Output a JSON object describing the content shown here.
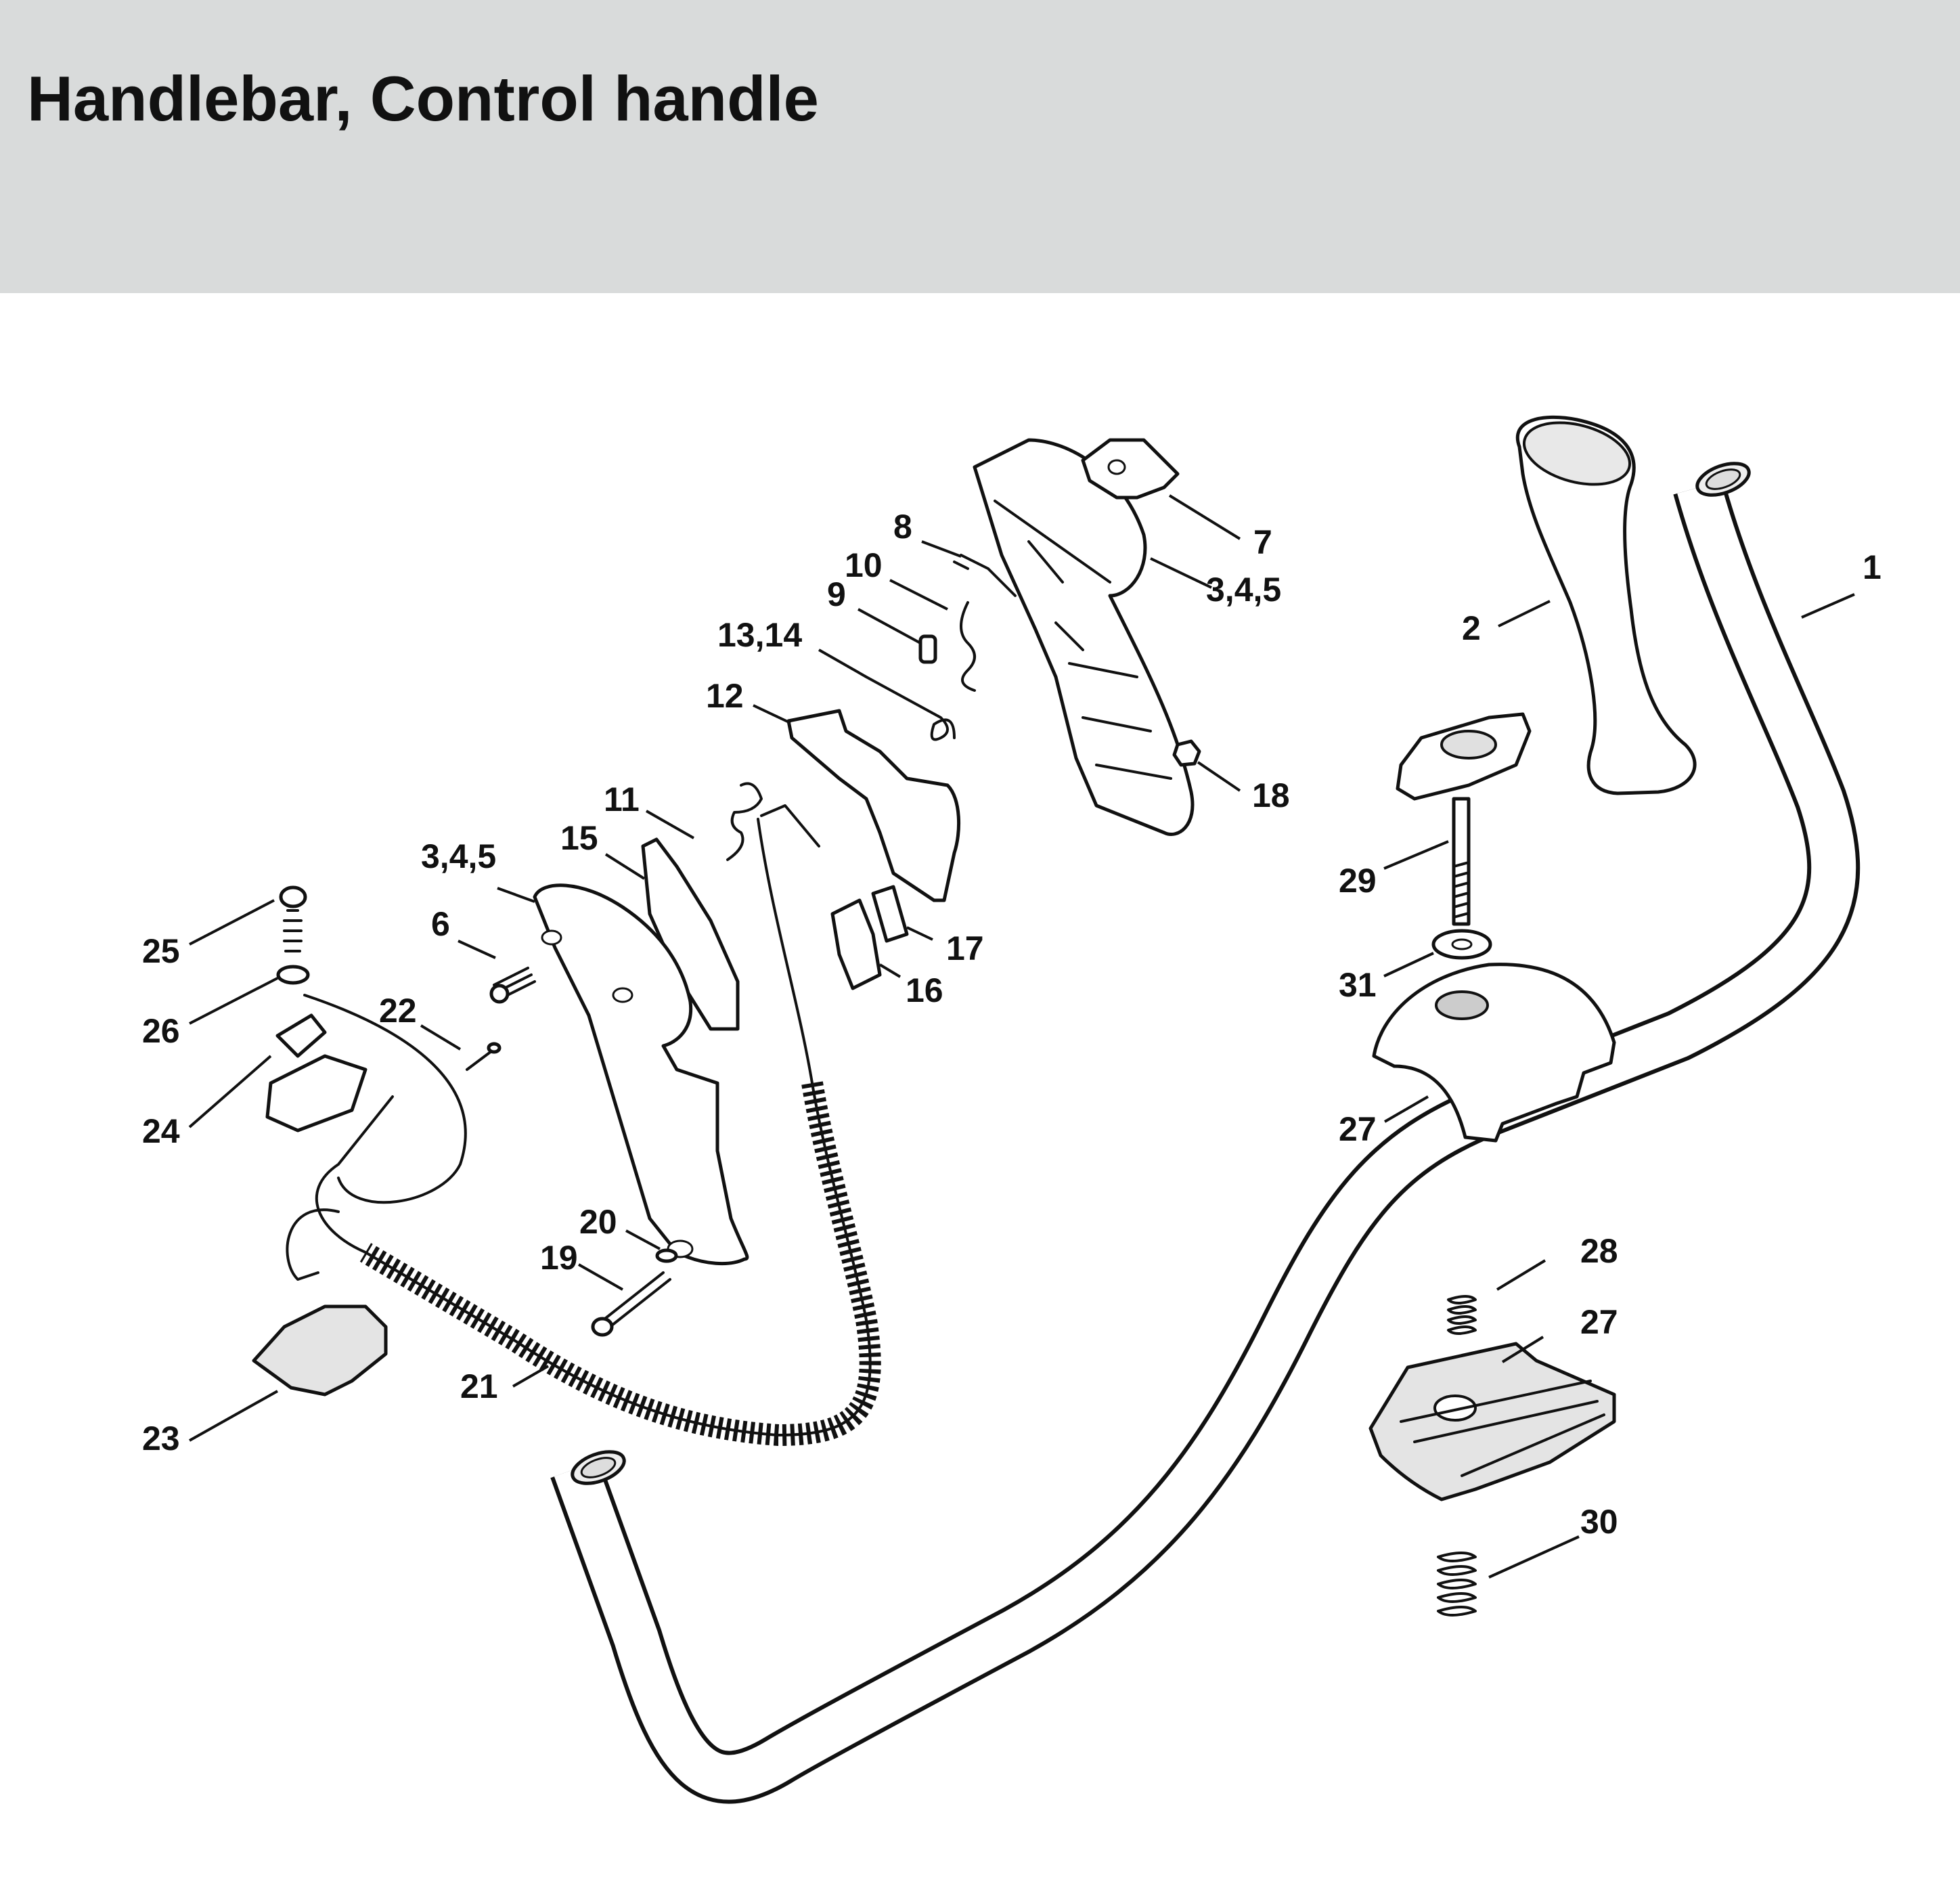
{
  "page": {
    "title": "Handlebar, Control handle"
  },
  "callouts": [
    {
      "id": "c1",
      "label": "1"
    },
    {
      "id": "c2",
      "label": "2"
    },
    {
      "id": "c3",
      "label": "3,4,5"
    },
    {
      "id": "c3b",
      "label": "3,4,5"
    },
    {
      "id": "c6",
      "label": "6"
    },
    {
      "id": "c7",
      "label": "7"
    },
    {
      "id": "c8",
      "label": "8"
    },
    {
      "id": "c9",
      "label": "9"
    },
    {
      "id": "c10",
      "label": "10"
    },
    {
      "id": "c11",
      "label": "11"
    },
    {
      "id": "c12",
      "label": "12"
    },
    {
      "id": "c13",
      "label": "13,14"
    },
    {
      "id": "c15",
      "label": "15"
    },
    {
      "id": "c16",
      "label": "16"
    },
    {
      "id": "c17",
      "label": "17"
    },
    {
      "id": "c18",
      "label": "18"
    },
    {
      "id": "c19",
      "label": "19"
    },
    {
      "id": "c20",
      "label": "20"
    },
    {
      "id": "c21",
      "label": "21"
    },
    {
      "id": "c22",
      "label": "22"
    },
    {
      "id": "c23",
      "label": "23"
    },
    {
      "id": "c24",
      "label": "24"
    },
    {
      "id": "c25",
      "label": "25"
    },
    {
      "id": "c26",
      "label": "26"
    },
    {
      "id": "c27",
      "label": "27"
    },
    {
      "id": "c27b",
      "label": "27"
    },
    {
      "id": "c28",
      "label": "28"
    },
    {
      "id": "c29",
      "label": "29"
    },
    {
      "id": "c30",
      "label": "30"
    },
    {
      "id": "c31",
      "label": "31"
    }
  ]
}
